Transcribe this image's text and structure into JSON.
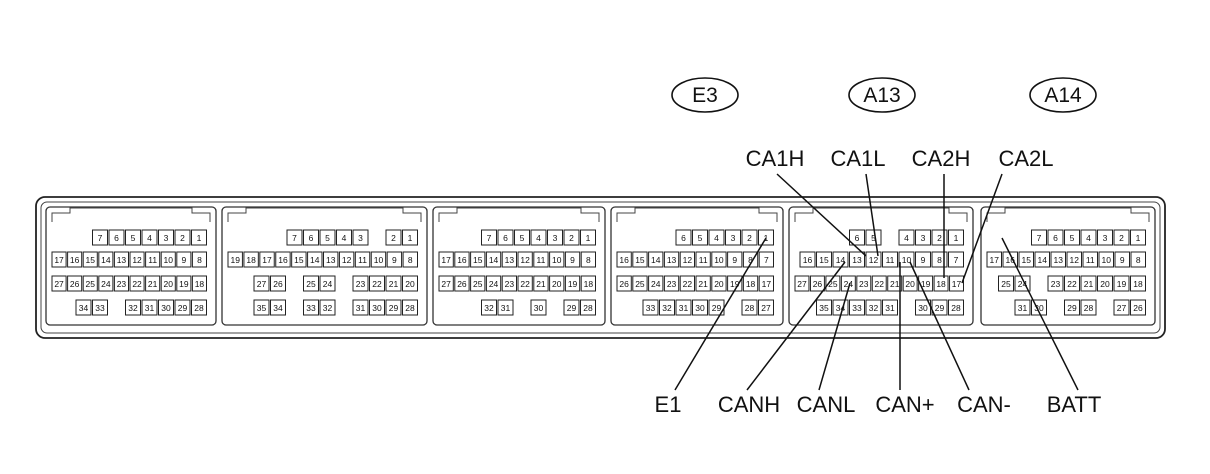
{
  "connector_ids": [
    "E3",
    "A13",
    "A14"
  ],
  "top_labels": [
    "CA1H",
    "CA1L",
    "CA2H",
    "CA2L"
  ],
  "bottom_labels": [
    "E1",
    "CANH",
    "CANL",
    "CAN+",
    "CAN-",
    "BATT"
  ],
  "blocks": [
    {
      "id": "block1",
      "rows": [
        [
          "7",
          "6",
          "5",
          "4",
          "3",
          "2",
          "1"
        ],
        [
          "17",
          "16",
          "15",
          "14",
          "13",
          "12",
          "11",
          "10",
          "9",
          "8"
        ],
        [
          "27",
          "26",
          "25",
          "24",
          "23",
          "22",
          "21",
          "20",
          "19",
          "18"
        ],
        [
          "34",
          "33",
          "",
          "32",
          "31",
          "30",
          "29",
          "28"
        ]
      ]
    },
    {
      "id": "block2",
      "rows": [
        [
          "7",
          "6",
          "5",
          "4",
          "3",
          "",
          "2",
          "1"
        ],
        [
          "19",
          "18",
          "17",
          "16",
          "15",
          "14",
          "13",
          "12",
          "11",
          "10",
          "9",
          "8"
        ],
        [
          "27",
          "26",
          "",
          "25",
          "24",
          "",
          "23",
          "22",
          "21",
          "20"
        ],
        [
          "35",
          "34",
          "",
          "33",
          "32",
          "",
          "31",
          "30",
          "29",
          "28"
        ]
      ]
    },
    {
      "id": "block3",
      "rows": [
        [
          "7",
          "6",
          "5",
          "4",
          "3",
          "2",
          "1"
        ],
        [
          "17",
          "16",
          "15",
          "14",
          "13",
          "12",
          "11",
          "10",
          "9",
          "8"
        ],
        [
          "27",
          "26",
          "25",
          "24",
          "23",
          "22",
          "21",
          "20",
          "19",
          "18"
        ],
        [
          "32",
          "31",
          "",
          "30",
          "",
          "29",
          "28"
        ]
      ]
    },
    {
      "id": "block4",
      "rows": [
        [
          "6",
          "5",
          "4",
          "3",
          "2",
          "1"
        ],
        [
          "16",
          "15",
          "14",
          "13",
          "12",
          "11",
          "10",
          "9",
          "8",
          "7"
        ],
        [
          "26",
          "25",
          "24",
          "23",
          "22",
          "21",
          "20",
          "19",
          "18",
          "17"
        ],
        [
          "33",
          "32",
          "31",
          "30",
          "29",
          "",
          "28",
          "27"
        ]
      ]
    },
    {
      "id": "block5",
      "rows": [
        [
          "6",
          "5",
          "",
          "4",
          "3",
          "2",
          "1"
        ],
        [
          "16",
          "15",
          "14",
          "13",
          "12",
          "11",
          "10",
          "9",
          "8",
          "7"
        ],
        [
          "27",
          "26",
          "25",
          "24",
          "23",
          "22",
          "21",
          "20",
          "19",
          "18",
          "17"
        ],
        [
          "35",
          "34",
          "33",
          "32",
          "31",
          "",
          "30",
          "29",
          "28"
        ]
      ]
    },
    {
      "id": "block6",
      "rows": [
        [
          "7",
          "6",
          "5",
          "4",
          "3",
          "2",
          "1"
        ],
        [
          "17",
          "16",
          "15",
          "14",
          "13",
          "12",
          "11",
          "10",
          "9",
          "8"
        ],
        [
          "25",
          "24",
          "",
          "23",
          "22",
          "21",
          "20",
          "19",
          "18"
        ],
        [
          "31",
          "30",
          "",
          "29",
          "28",
          "",
          "27",
          "26"
        ]
      ]
    }
  ]
}
